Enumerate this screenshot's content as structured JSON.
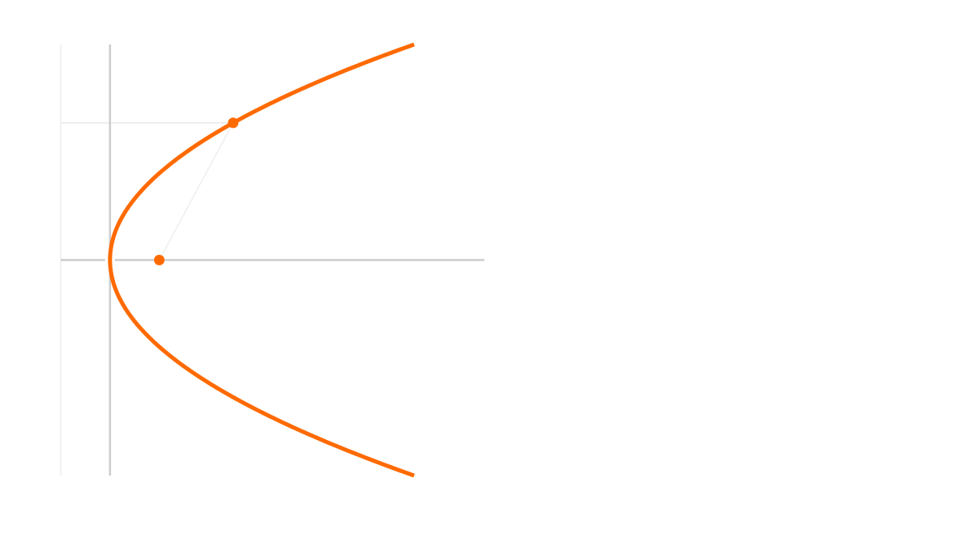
{
  "colors": {
    "curve": "#ff6a00",
    "axis": "#cccccc",
    "guide": "#eeeeee",
    "background": "#ffffff"
  },
  "diagram": {
    "curve_type": "parabola opening right, vertex at origin",
    "points": [
      {
        "role": "point-on-curve",
        "x": 2.5,
        "y": 2.8
      },
      {
        "role": "focus",
        "x": 1,
        "y": 0
      }
    ],
    "x_range": [
      -1,
      7.6
    ],
    "y_range": [
      -4.4,
      4.4
    ]
  }
}
